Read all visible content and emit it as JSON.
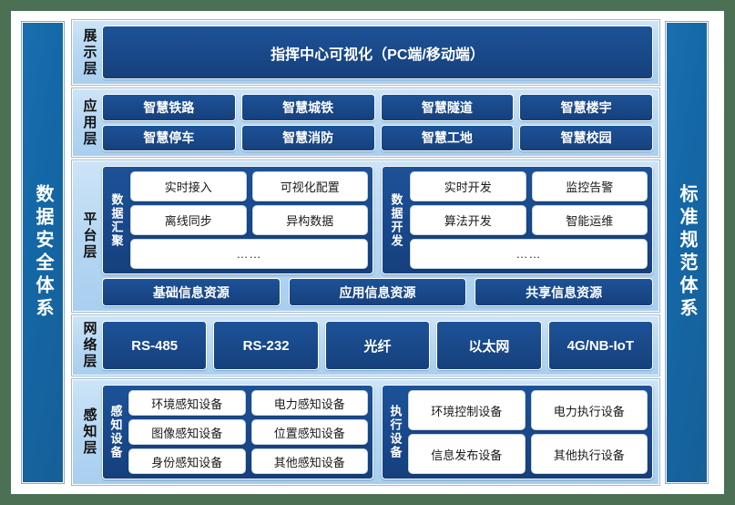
{
  "colors": {
    "page_background": "#4b7053",
    "canvas": "#ffffff",
    "band": "#b4d6f2",
    "chip_dark": "#19498a",
    "pillar": "#1467a6",
    "chip_white": "#ffffff"
  },
  "pillars": {
    "left": {
      "label": "数据安全体系"
    },
    "right": {
      "label": "标准规范体系"
    }
  },
  "layers": [
    {
      "id": "display",
      "label": "展示层",
      "banner": "指挥中心可视化（PC端/移动端）"
    },
    {
      "id": "application",
      "label": "应用层",
      "rows": [
        [
          "智慧铁路",
          "智慧城铁",
          "智慧隧道",
          "智慧楼宇"
        ],
        [
          "智慧停车",
          "智慧消防",
          "智慧工地",
          "智慧校园"
        ]
      ]
    },
    {
      "id": "platform",
      "label": "平台层",
      "groups": [
        {
          "label": "数据汇聚",
          "rows": [
            [
              "实时接入",
              "可视化配置"
            ],
            [
              "离线同步",
              "异构数据"
            ],
            [
              "……"
            ]
          ]
        },
        {
          "label": "数据开发",
          "rows": [
            [
              "实时开发",
              "监控告警"
            ],
            [
              "算法开发",
              "智能运维"
            ],
            [
              "……"
            ]
          ]
        }
      ],
      "resources": [
        "基础信息资源",
        "应用信息资源",
        "共享信息资源"
      ]
    },
    {
      "id": "network",
      "label": "网络层",
      "items": [
        "RS-485",
        "RS-232",
        "光纤",
        "以太网",
        "4G/NB-IoT"
      ]
    },
    {
      "id": "perception",
      "label": "感知层",
      "groups": [
        {
          "label": "感知设备",
          "rows": [
            [
              "环境感知设备",
              "电力感知设备"
            ],
            [
              "图像感知设备",
              "位置感知设备"
            ],
            [
              "身份感知设备",
              "其他感知设备"
            ]
          ]
        },
        {
          "label": "执行设备",
          "rows": [
            [
              "环境控制设备",
              "电力执行设备"
            ],
            [
              "信息发布设备",
              "其他执行设备"
            ]
          ]
        }
      ]
    }
  ]
}
